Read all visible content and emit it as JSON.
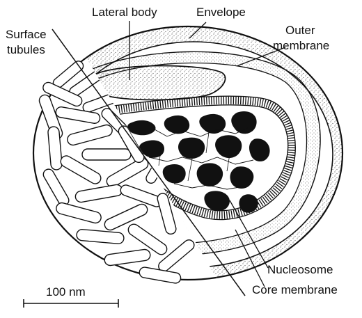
{
  "labels": {
    "lateral_body": "Lateral body",
    "envelope": "Envelope",
    "surface_tubules_1": "Surface",
    "surface_tubules_2": "tubules",
    "outer_membrane_1": "Outer",
    "outer_membrane_2": "membrane",
    "nucleosome": "Nucleosome",
    "core_membrane": "Core membrane"
  },
  "scale_bar": {
    "label": "100 nm"
  },
  "colors": {
    "ink": "#111111",
    "paper": "#ffffff",
    "stipple": "#555555"
  }
}
